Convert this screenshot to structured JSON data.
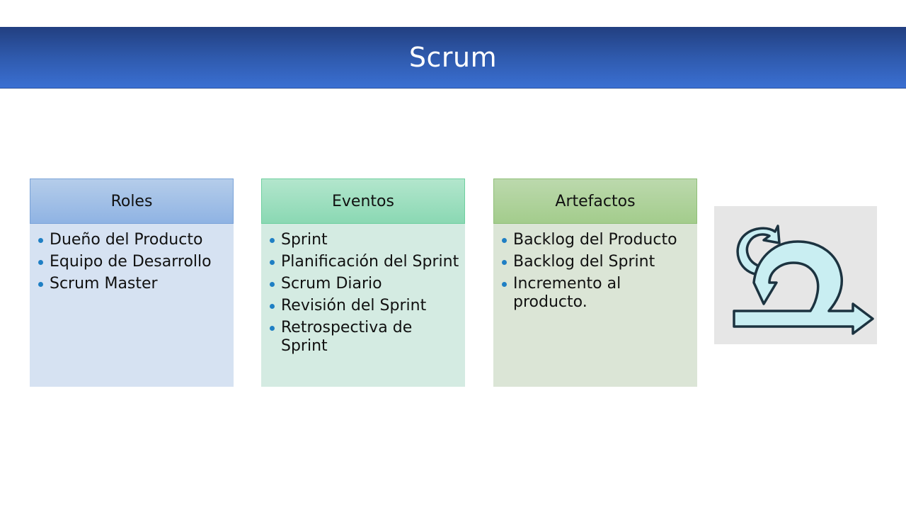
{
  "slide": {
    "title": "Scrum"
  },
  "cards": [
    {
      "heading": "Roles",
      "items": [
        "Dueño del Producto",
        "Equipo de Desarrollo",
        "Scrum Master"
      ]
    },
    {
      "heading": "Eventos",
      "items": [
        "Sprint",
        "Planificación del Sprint",
        "Scrum Diario",
        "Revisión del Sprint",
        "Retrospectiva de Sprint"
      ]
    },
    {
      "heading": "Artefactos",
      "items": [
        "Backlog del Producto",
        "Backlog del Sprint",
        "Incremento al producto."
      ]
    }
  ],
  "icon": {
    "name": "scrum-cycle-arrow-icon",
    "fill": "#c9eef2",
    "stroke": "#1c3340"
  },
  "colors": {
    "title_bar": "#2f5aad",
    "bullet": "#1f7fc4"
  }
}
